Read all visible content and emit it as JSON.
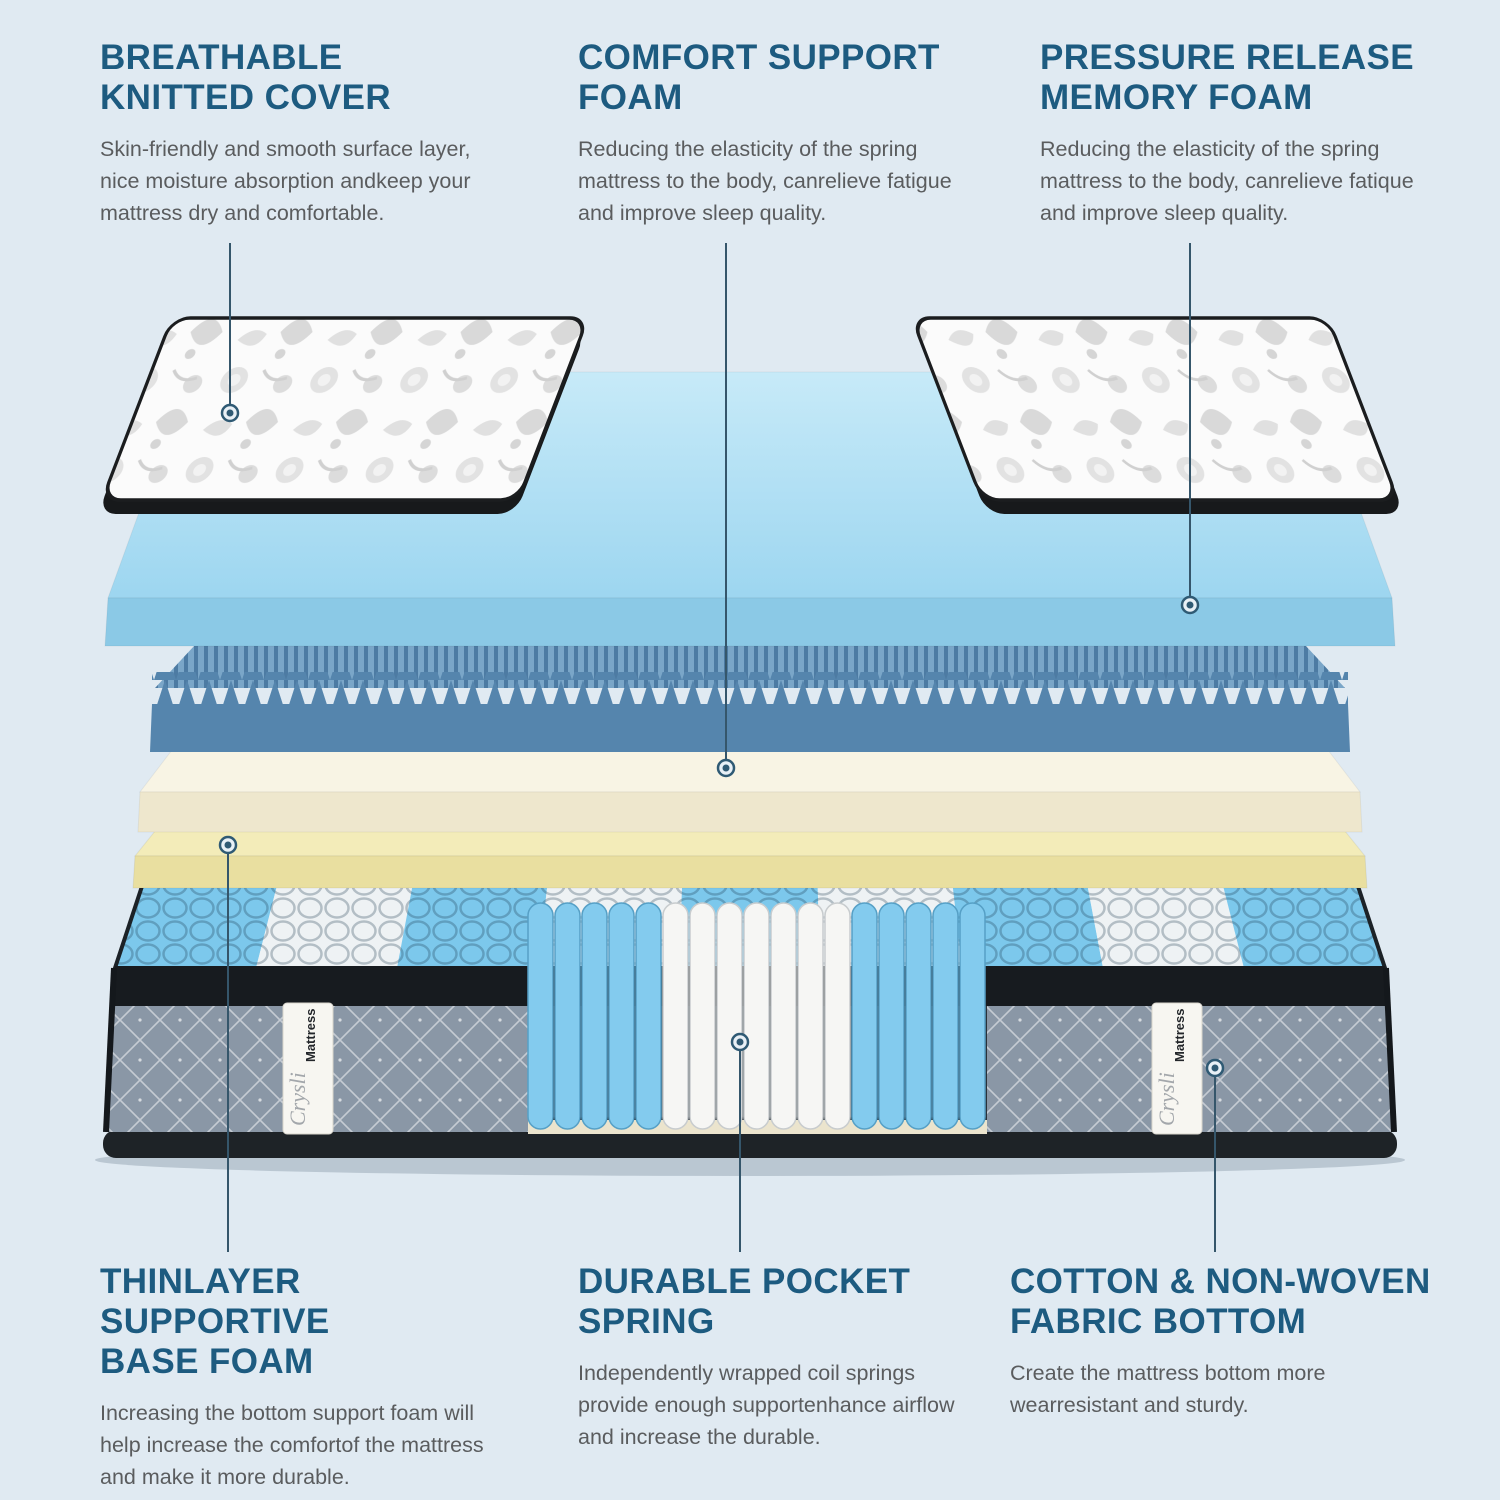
{
  "page": {
    "background": "#e0eaf2"
  },
  "colors": {
    "heading": "#1d5b80",
    "body_text": "#5a5c5e",
    "callout": "#2f5a74",
    "comfort_foam_blue": "#9dd6f0",
    "convoluted_foam_blue": "#5585ad",
    "cream_foam": "#f8f4e4",
    "yellow_base_foam": "#f3ecb9",
    "spring_blue": "#83cbee",
    "spring_white": "#f6f6f4",
    "fabric_gray": "#8a97a6",
    "band_black": "#171b1f"
  },
  "features": {
    "top_left": {
      "title1": "BREATHABLE",
      "title2": "KNITTED COVER",
      "body": "Skin-friendly and smooth surface layer, nice moisture absorption andkeep your mattress dry and comfortable."
    },
    "top_center": {
      "title1": "COMFORT SUPPORT",
      "title2": "FOAM",
      "body": "Reducing the elasticity of the spring mattress to the body, canrelieve fatigue and improve sleep quality."
    },
    "top_right": {
      "title1": "PRESSURE RELEASE",
      "title2": "MEMORY FOAM",
      "body": "Reducing the elasticity of the spring mattress to the body, canrelieve fatique and improve sleep quality."
    },
    "bottom_left": {
      "title1": "THINLAYER SUPPORTIVE",
      "title2": "BASE FOAM",
      "body": "Increasing the bottom support foam will help increase the comfortof the mattress and make it more durable."
    },
    "bottom_center": {
      "title1": "DURABLE POCKET",
      "title2": "SPRING",
      "body": "Independently wrapped coil springs provide enough supportenhance airflow and increase the durable."
    },
    "bottom_right": {
      "title1": "COTTON & NON-WOVEN",
      "title2": "FABRIC BOTTOM",
      "body": "Create the mattress bottom more wearresistant and sturdy."
    }
  },
  "mattress": {
    "label_brand": "Crysli",
    "label_product": "Mattress"
  }
}
